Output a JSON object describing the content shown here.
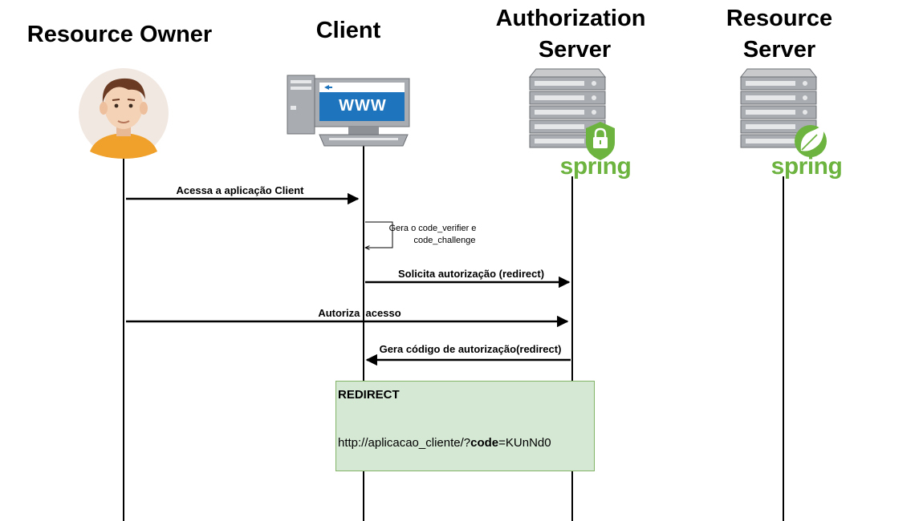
{
  "actors": [
    {
      "id": "resource-owner",
      "title_lines": [
        "Resource Owner"
      ]
    },
    {
      "id": "client",
      "title_lines": [
        "Client"
      ]
    },
    {
      "id": "authorization-server",
      "title_lines": [
        "Authorization",
        "Server"
      ]
    },
    {
      "id": "resource-server",
      "title_lines": [
        "Resource",
        "Server"
      ]
    }
  ],
  "logos": {
    "authorization_server": "spring",
    "resource_server": "spring"
  },
  "icons": {
    "resource_owner": "user-avatar-icon",
    "client": "desktop-computer-www-icon",
    "authorization_server": "server-rack-lock-icon",
    "resource_server": "server-rack-spring-leaf-icon"
  },
  "messages": [
    {
      "id": "m1",
      "from": "resource-owner",
      "to": "client",
      "label": "Acessa a aplicação Client"
    },
    {
      "id": "m2",
      "from": "client",
      "to": "client",
      "label_lines": [
        "Gera o code_verifier e",
        "code_challenge"
      ]
    },
    {
      "id": "m3",
      "from": "client",
      "to": "authorization-server",
      "label": "Solicita autorização (redirect)"
    },
    {
      "id": "m4",
      "from": "resource-owner",
      "to": "authorization-server",
      "label": "Autoriza  acesso"
    },
    {
      "id": "m5",
      "from": "authorization-server",
      "to": "client",
      "label": "Gera código de autorização(redirect)"
    }
  ],
  "redirect_note": {
    "title": "REDIRECT",
    "url_prefix": "http://aplicacao_cliente/?",
    "url_param": "code",
    "url_suffix": "=KUnNd0"
  },
  "colors": {
    "spring_green": "#6db33f",
    "note_fill": "#d5e8d4",
    "note_border": "#82b366",
    "server_gray": "#a9acb0",
    "monitor_blue": "#1e74bd",
    "skin": "#f4d2b5",
    "hair": "#6b3a22",
    "shirt": "#f0a12b"
  }
}
